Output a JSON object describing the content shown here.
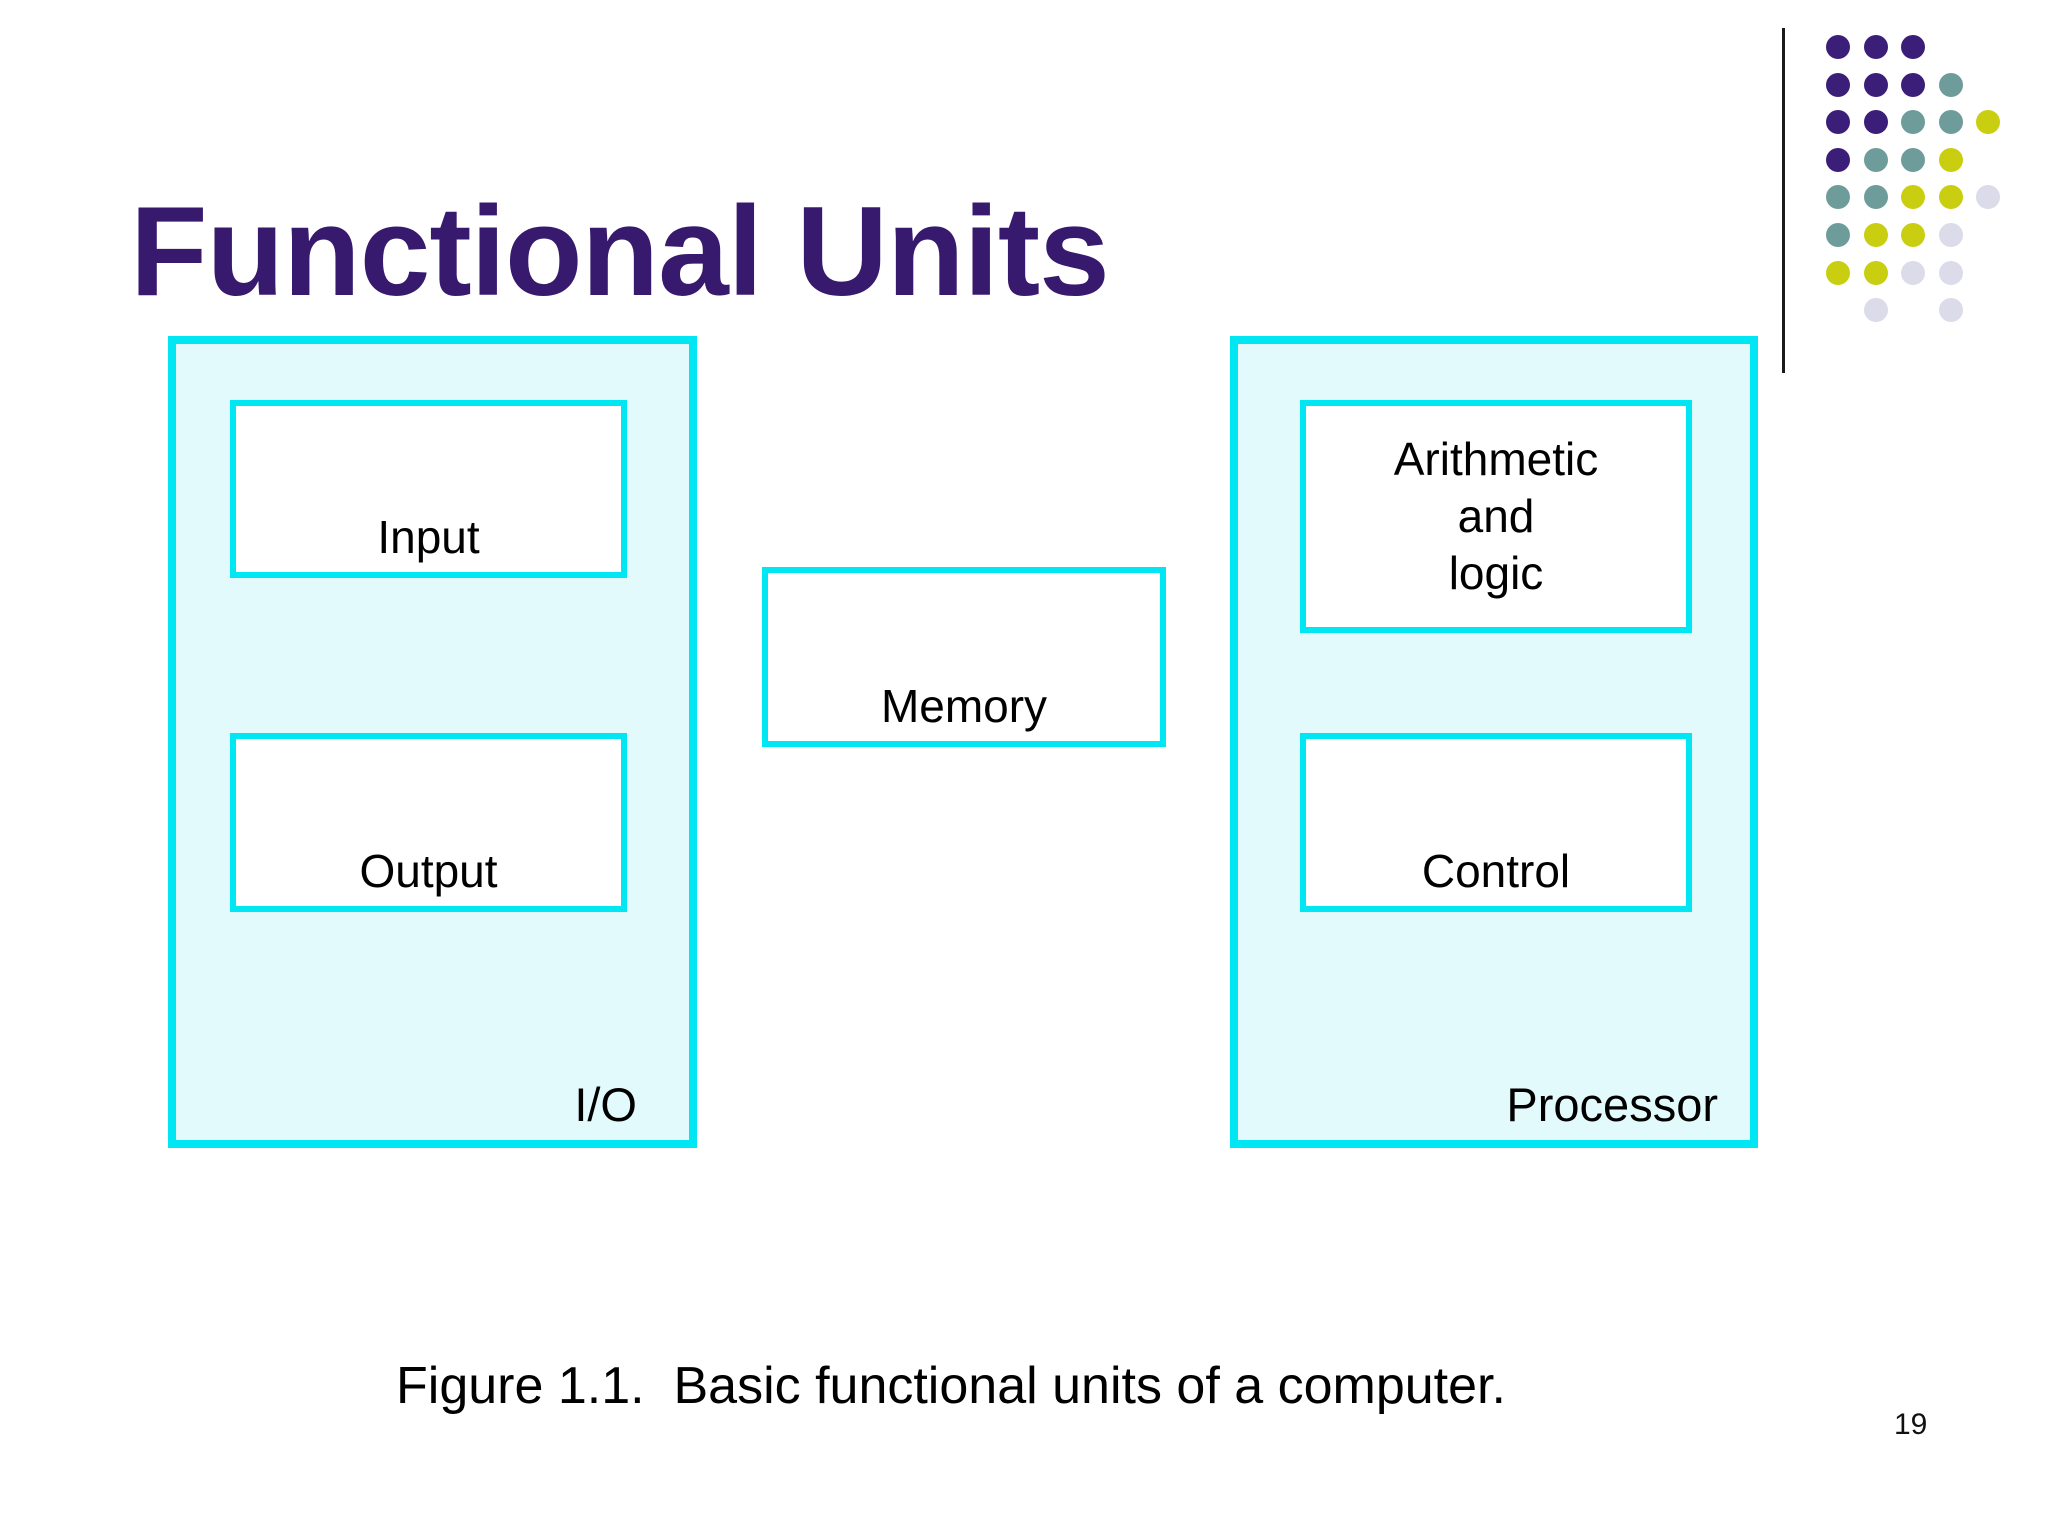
{
  "slide": {
    "title": "Functional Units",
    "caption": "Figure 1.1.  Basic functional units of a computer.",
    "page_number": "19"
  },
  "diagram": {
    "io_unit": {
      "label": "I/O",
      "input_label": "Input",
      "output_label": "Output"
    },
    "memory": {
      "label": "Memory"
    },
    "processor": {
      "label": "Processor",
      "alu_lines": [
        "Arithmetic",
        "and",
        "logic"
      ],
      "control_label": "Control"
    }
  },
  "colors": {
    "title": "#371A6E",
    "box_border": "#00E7F3",
    "box_fill": "#E3FAFC",
    "inner_fill": "#FFFFFF",
    "label_text": "#000000"
  },
  "decoration": {
    "dot_pattern": [
      "PPP..",
      "PPPT.",
      "PPTTY",
      "PTTY.",
      "TTYYL",
      "TYYL.",
      "YYLL.",
      ".L.L."
    ],
    "dot_colors": {
      "P": "#3B1E78",
      "T": "#6E9C9A",
      "Y": "#C9CE11",
      "L": "#DBDBE9"
    }
  }
}
